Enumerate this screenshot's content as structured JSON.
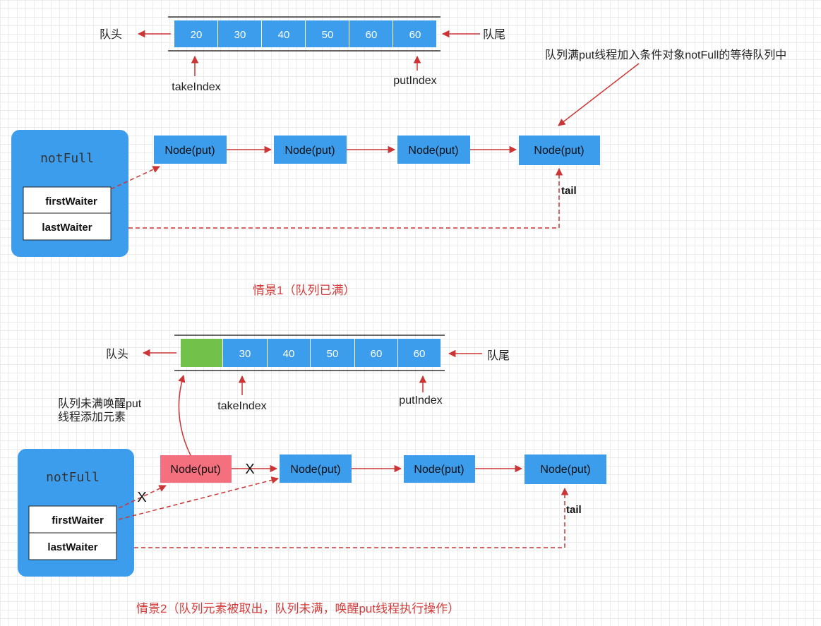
{
  "colors": {
    "queue_cell": "#3d9ded",
    "node_blue": "#3d9ded",
    "node_removed": "#f4707f",
    "taken_slot": "#72c14a",
    "container": "#3d9ded",
    "arrow_red": "#cc3535",
    "caption_red": "#d33b3b"
  },
  "scenario1": {
    "head_label": "队头",
    "tail_label": "队尾",
    "cells": [
      "20",
      "30",
      "40",
      "50",
      "60",
      "60"
    ],
    "take_index": "takeIndex",
    "put_index": "putIndex",
    "note": "队列满put线程加入条件对象notFull的等待队列中",
    "condition_title": "notFull",
    "first_waiter": "firstWaiter",
    "last_waiter": "lastWaiter",
    "nodes": [
      "Node(put)",
      "Node(put)",
      "Node(put)",
      "Node(put)"
    ],
    "tail": "tail",
    "caption": "情景1（队列已满）"
  },
  "scenario2": {
    "head_label": "队头",
    "tail_label": "队尾",
    "cells": [
      "",
      "30",
      "40",
      "50",
      "60",
      "60"
    ],
    "take_index": "takeIndex",
    "put_index": "putIndex",
    "note_line1": "队列未满唤醒put",
    "note_line2": "线程添加元素",
    "condition_title": "notFull",
    "first_waiter": "firstWaiter",
    "last_waiter": "lastWaiter",
    "nodes": [
      "Node(put)",
      "Node(put)",
      "Node(put)",
      "Node(put)"
    ],
    "tail": "tail",
    "cut_mark": "X",
    "caption": "情景2（队列元素被取出，队列未满，唤醒put线程执行操作）"
  }
}
